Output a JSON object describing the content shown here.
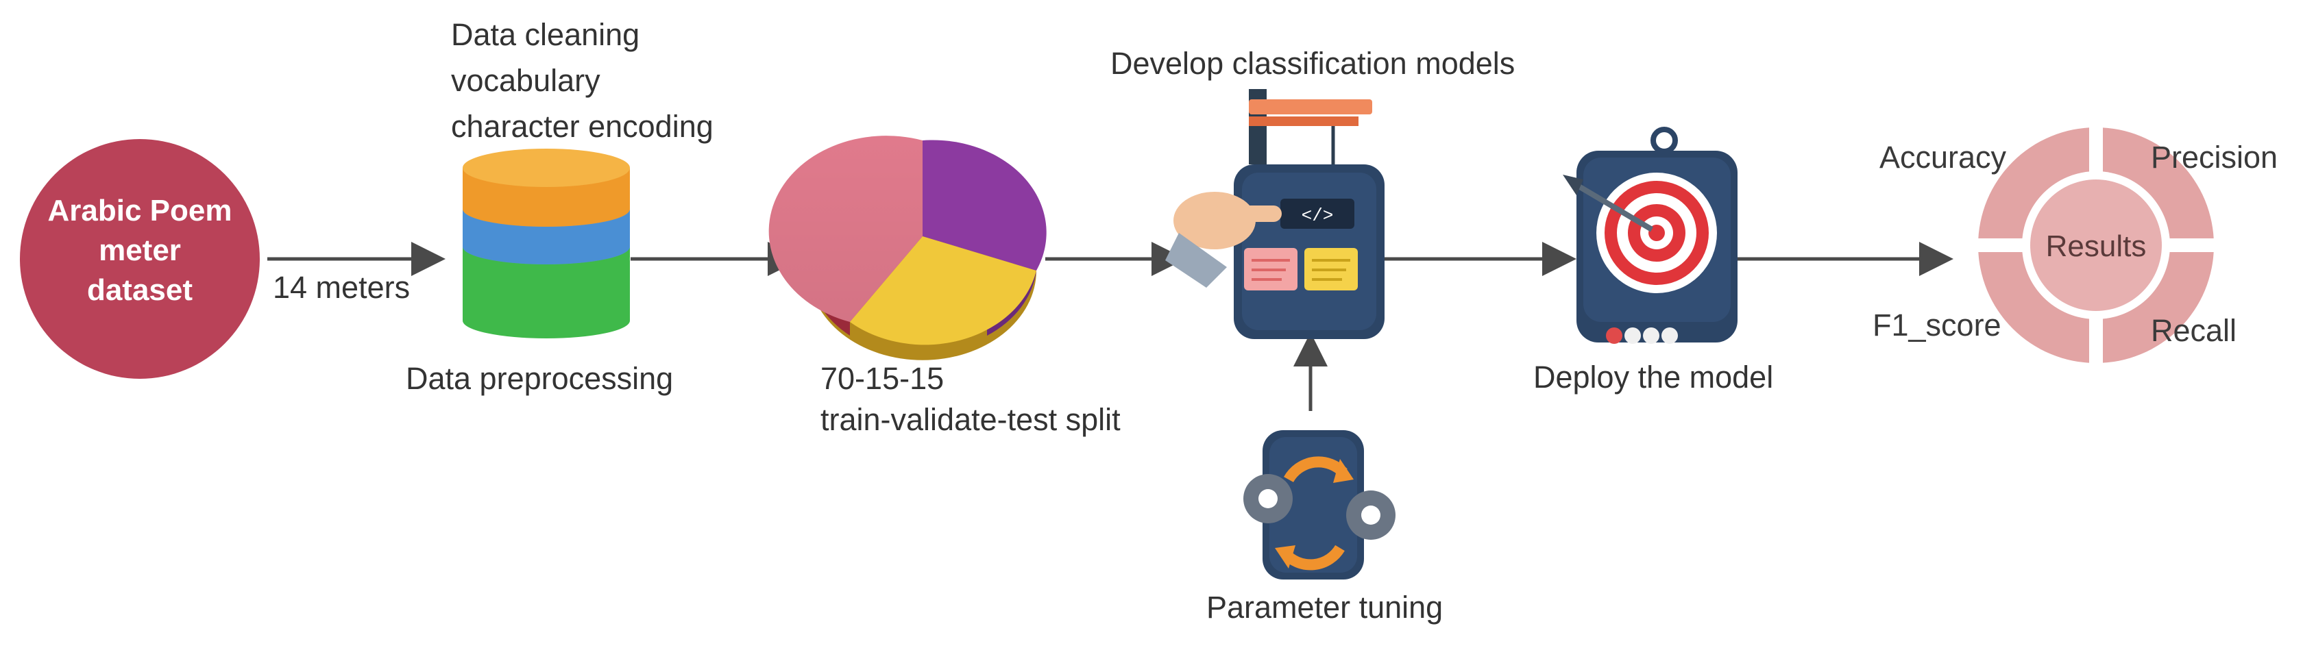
{
  "source": {
    "line1": "Arabic Poem",
    "line2": "meter",
    "line3": "dataset"
  },
  "edge_label": "14 meters",
  "preprocessing": {
    "step1": "Data cleaning",
    "step2": "vocabulary",
    "step3": "character encoding",
    "caption": "Data preprocessing"
  },
  "split": {
    "ratio": "70-15-15",
    "caption": "train-validate-test split"
  },
  "models": {
    "caption": "Develop classification models",
    "code_tag": "</>"
  },
  "tuning": {
    "caption": "Parameter tuning"
  },
  "deploy": {
    "caption": "Deploy the model"
  },
  "results": {
    "center": "Results",
    "metrics": {
      "accuracy": "Accuracy",
      "precision": "Precision",
      "f1": "F1_score",
      "recall": "Recall"
    }
  },
  "colors": {
    "dataset_circle": "#b94258",
    "arrow": "#4a4a4a",
    "db_orange": "#f2a531",
    "db_blue": "#4a8fd4",
    "db_green": "#3fb94a",
    "pie_pink": "#e07a8c",
    "pie_purple": "#8c3aa0",
    "pie_yellow": "#f0c83a",
    "results_ring": "#e2a4a4",
    "icon_navy": "#2c4566"
  }
}
